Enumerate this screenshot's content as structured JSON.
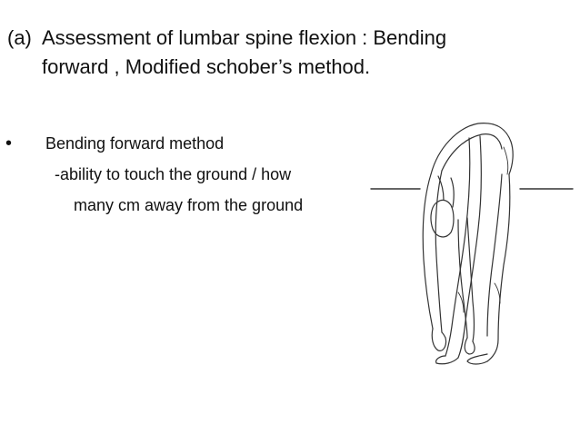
{
  "slide": {
    "title_label": "(a)",
    "title_line1": "Assessment of lumbar spine flexion : Bending",
    "title_line2": "forward , Modified schober’s method.",
    "bullet_symbol": "•",
    "bullet_text": "Bending forward method",
    "sub_line1": "-ability to touch the ground / how",
    "sub_line2": "many cm away from the ground"
  },
  "illustration": {
    "icon": "forward-bend-figure-illustration"
  }
}
